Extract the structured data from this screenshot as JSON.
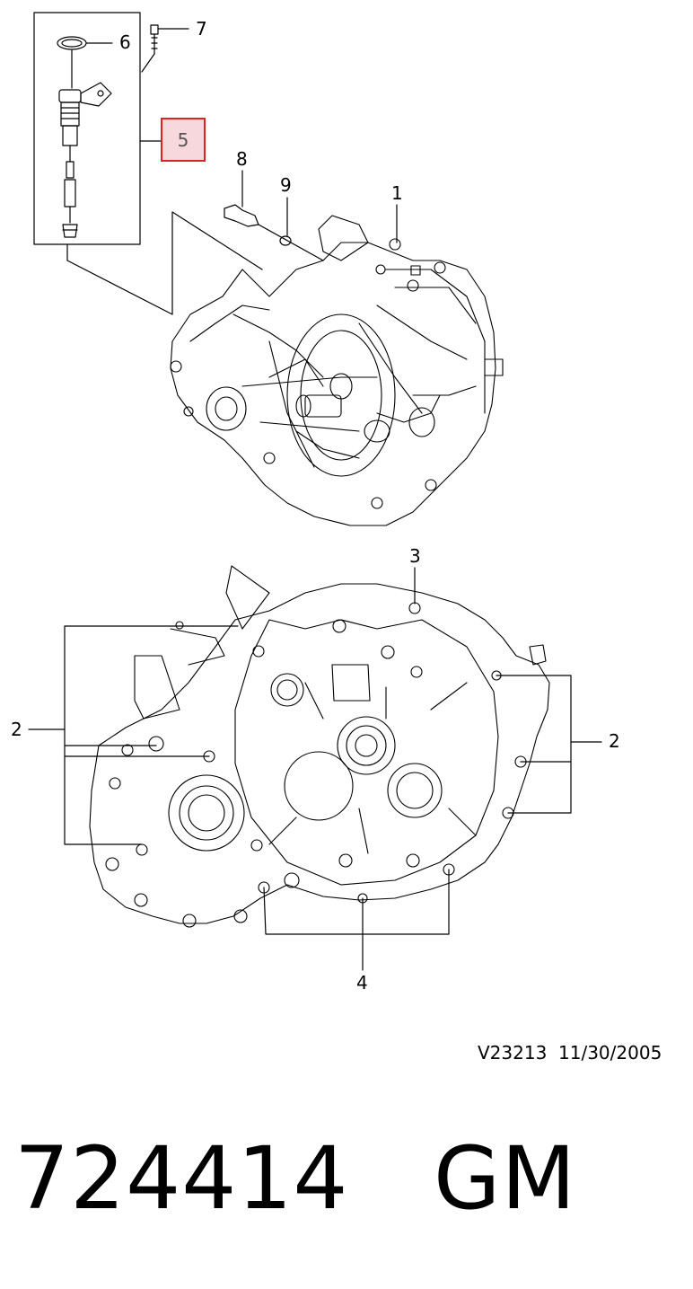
{
  "callouts": {
    "c1": "1",
    "c2_left": "2",
    "c2_right": "2",
    "c3": "3",
    "c4": "4",
    "c5": "5",
    "c6": "6",
    "c7": "7",
    "c8": "8",
    "c9": "9"
  },
  "reference": "V23213  11/30/2005",
  "part_number": "724414   GM",
  "colors": {
    "line": "#000000",
    "highlight_border": "#dd2222",
    "highlight_fill": "#f7d9dd"
  }
}
